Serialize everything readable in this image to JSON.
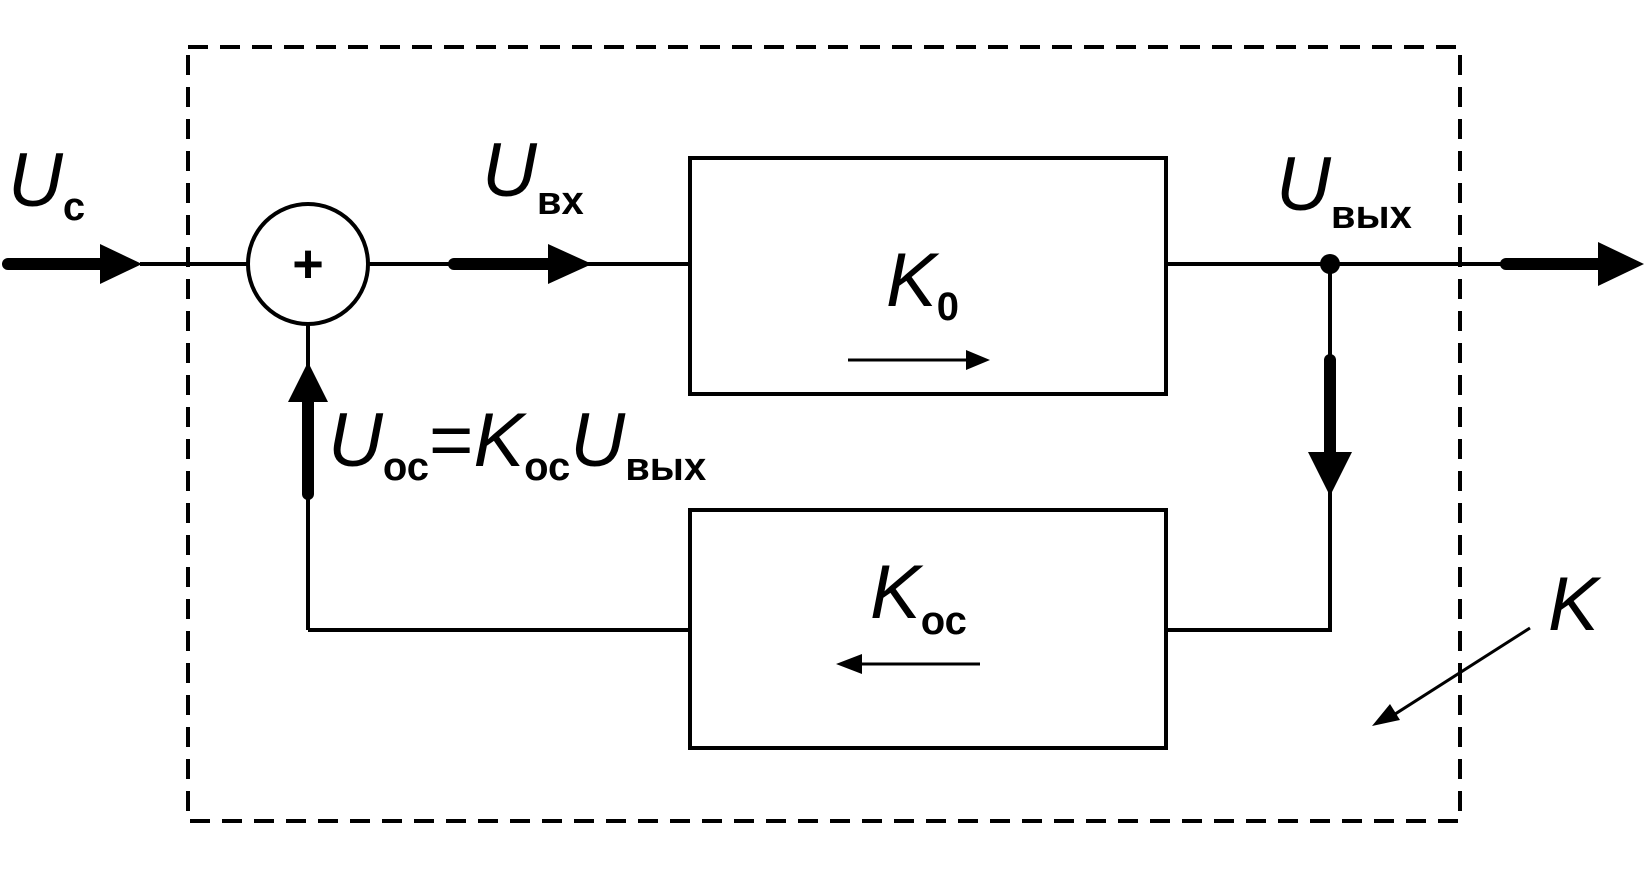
{
  "labels": {
    "u_signal": {
      "main": "U",
      "sub": "с"
    },
    "u_input": {
      "main": "U",
      "sub": "вх"
    },
    "u_output": {
      "main": "U",
      "sub": "вых"
    },
    "summer_symbol": "+",
    "forward_block": {
      "main": "K",
      "sub": "0"
    },
    "feedback_block": {
      "main": "K",
      "sub": "ос"
    },
    "feedback_equation": {
      "u": "U",
      "u_sub": "ос",
      "eq": "=",
      "k": "K",
      "k_sub": "ос",
      "u2": "U",
      "u2_sub": "вых"
    },
    "overall_gain": "K"
  }
}
